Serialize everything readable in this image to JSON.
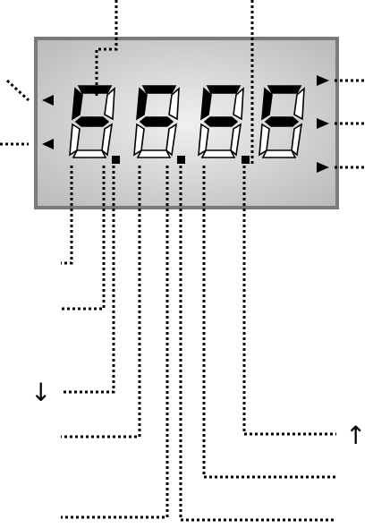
{
  "diagram": {
    "lcd": {
      "digit_count": 4,
      "digits": [
        {
          "top": "5",
          "bottom": "8"
        },
        {
          "top": "6",
          "bottom": "8"
        },
        {
          "top": "6",
          "bottom": "8"
        },
        {
          "top": "5",
          "bottom": "8"
        }
      ],
      "colors": {
        "panel_edge": "#bdbdbd",
        "panel_center": "#f0f0f0",
        "frame": "#7a7a7a",
        "segment_on": "#000000",
        "segment_off": "#ffffff",
        "leader_line": "#000000"
      }
    },
    "left_indicators": [
      "left-indicator-top",
      "left-indicator-bottom"
    ],
    "right_indicators": [
      "right-indicator-top",
      "right-indicator-middle",
      "right-indicator-bottom"
    ],
    "arrows": {
      "down": "↓",
      "up": "↑"
    }
  }
}
